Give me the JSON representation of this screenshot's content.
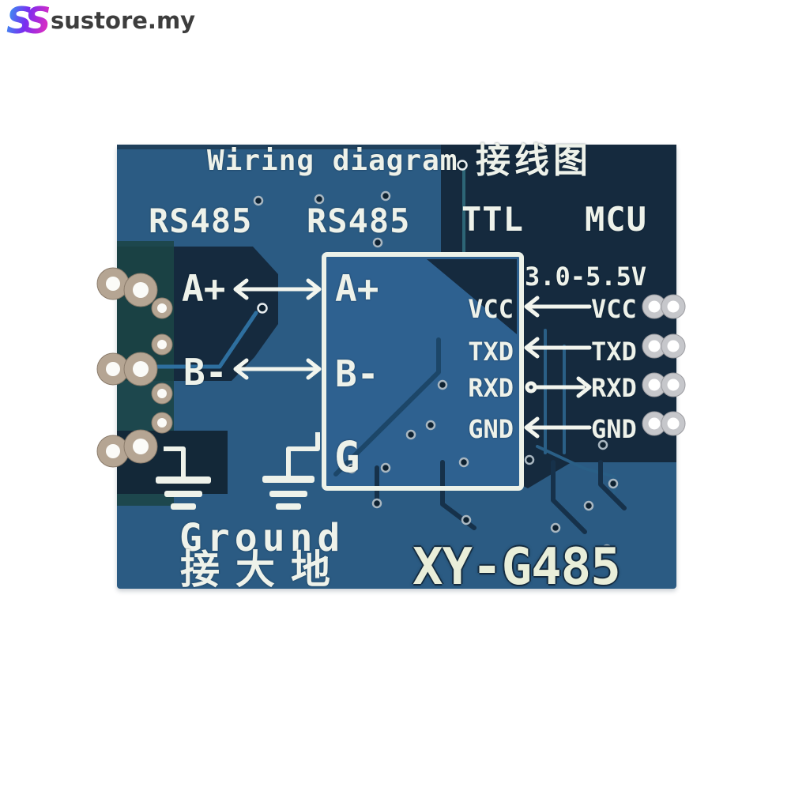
{
  "watermark": {
    "logo_text": "SS",
    "brand": "sustore.my",
    "logo_gradient": [
      "#2aa9f2",
      "#7a2df0",
      "#d32cc6"
    ],
    "brand_color": "#3d3d3d"
  },
  "board": {
    "title_en": "Wiring diagram",
    "title_zh": "接线图",
    "headers": [
      {
        "label": "RS485"
      },
      {
        "label": "RS485"
      },
      {
        "label": "TTL"
      },
      {
        "label": "MCU"
      }
    ],
    "left_pins": [
      {
        "label": "A+",
        "arrow": "double"
      },
      {
        "label": "B-",
        "arrow": "double"
      }
    ],
    "chip": {
      "a": "A+",
      "b": "B-",
      "g": "G"
    },
    "right_rows": [
      {
        "inner": "VCC",
        "outer": "VCC",
        "arrow": "left"
      },
      {
        "inner": "TXD",
        "outer": "TXD",
        "arrow": "left"
      },
      {
        "inner": "RXD",
        "outer": "RXD",
        "arrow": "right"
      },
      {
        "inner": "GND",
        "outer": "GND",
        "arrow": "left"
      }
    ],
    "voltage": "3.0-5.5V",
    "ground_en": "Ground",
    "ground_zh": "接大地",
    "model": "XY-G485",
    "colors": {
      "board_blue": "#2b5b83",
      "box_blue": "#2e6190",
      "pour_navy": "#152a3e",
      "pour_teal": "#1b4446",
      "trace_light": "#2e6f9f",
      "silkscreen": "#eef2ea",
      "model_cream": "#e9eed9",
      "pad_tan": "#b5a593",
      "pad_silver": "#c6c7cb"
    }
  }
}
